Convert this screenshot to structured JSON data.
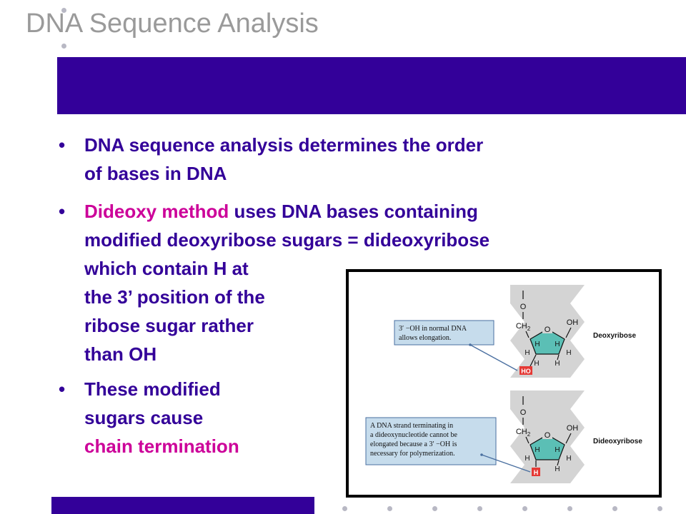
{
  "slide": {
    "title": "DNA Sequence Analysis",
    "colors": {
      "title": "#9a9a9a",
      "banner": "#330099",
      "body_text": "#330099",
      "highlight": "#cc0099"
    }
  },
  "bullets": [
    {
      "text_lines": [
        "DNA sequence analysis determines the order",
        "of bases in DNA"
      ]
    },
    {
      "highlight": "Dideoxy method",
      "rest_first_line": " uses DNA bases containing",
      "text_lines": [
        "modified deoxyribose sugars = dideoxyribose",
        "which contain H at",
        "the 3’ position of the",
        "ribose sugar rather",
        "than OH"
      ]
    },
    {
      "text_lines": [
        "These modified",
        "sugars cause"
      ],
      "highlight": "chain termination"
    }
  ],
  "figure": {
    "top": {
      "callout_lines": [
        "3′ −OH in normal DNA",
        "allows elongation."
      ],
      "label": "Deoxyribose",
      "marked_group": "HO"
    },
    "bottom": {
      "callout_lines": [
        "A DNA strand terminating in",
        "a dideoxynucleotide cannot be",
        "elongated because a 3′ −OH is",
        "necessary for polymerization."
      ],
      "label": "Dideoxyribose",
      "marked_group": "H"
    },
    "atoms": {
      "o": "O",
      "ch2": "CH",
      "ch2_sub": "2",
      "ring_o": "O",
      "oh": "OH",
      "h": "H"
    },
    "colors": {
      "callout_fill": "#c6dcec",
      "callout_border": "#4a6fa0",
      "ring_fill": "#5bbfb5",
      "mark": "#e53935",
      "backbone": "#d4d4d4"
    }
  }
}
